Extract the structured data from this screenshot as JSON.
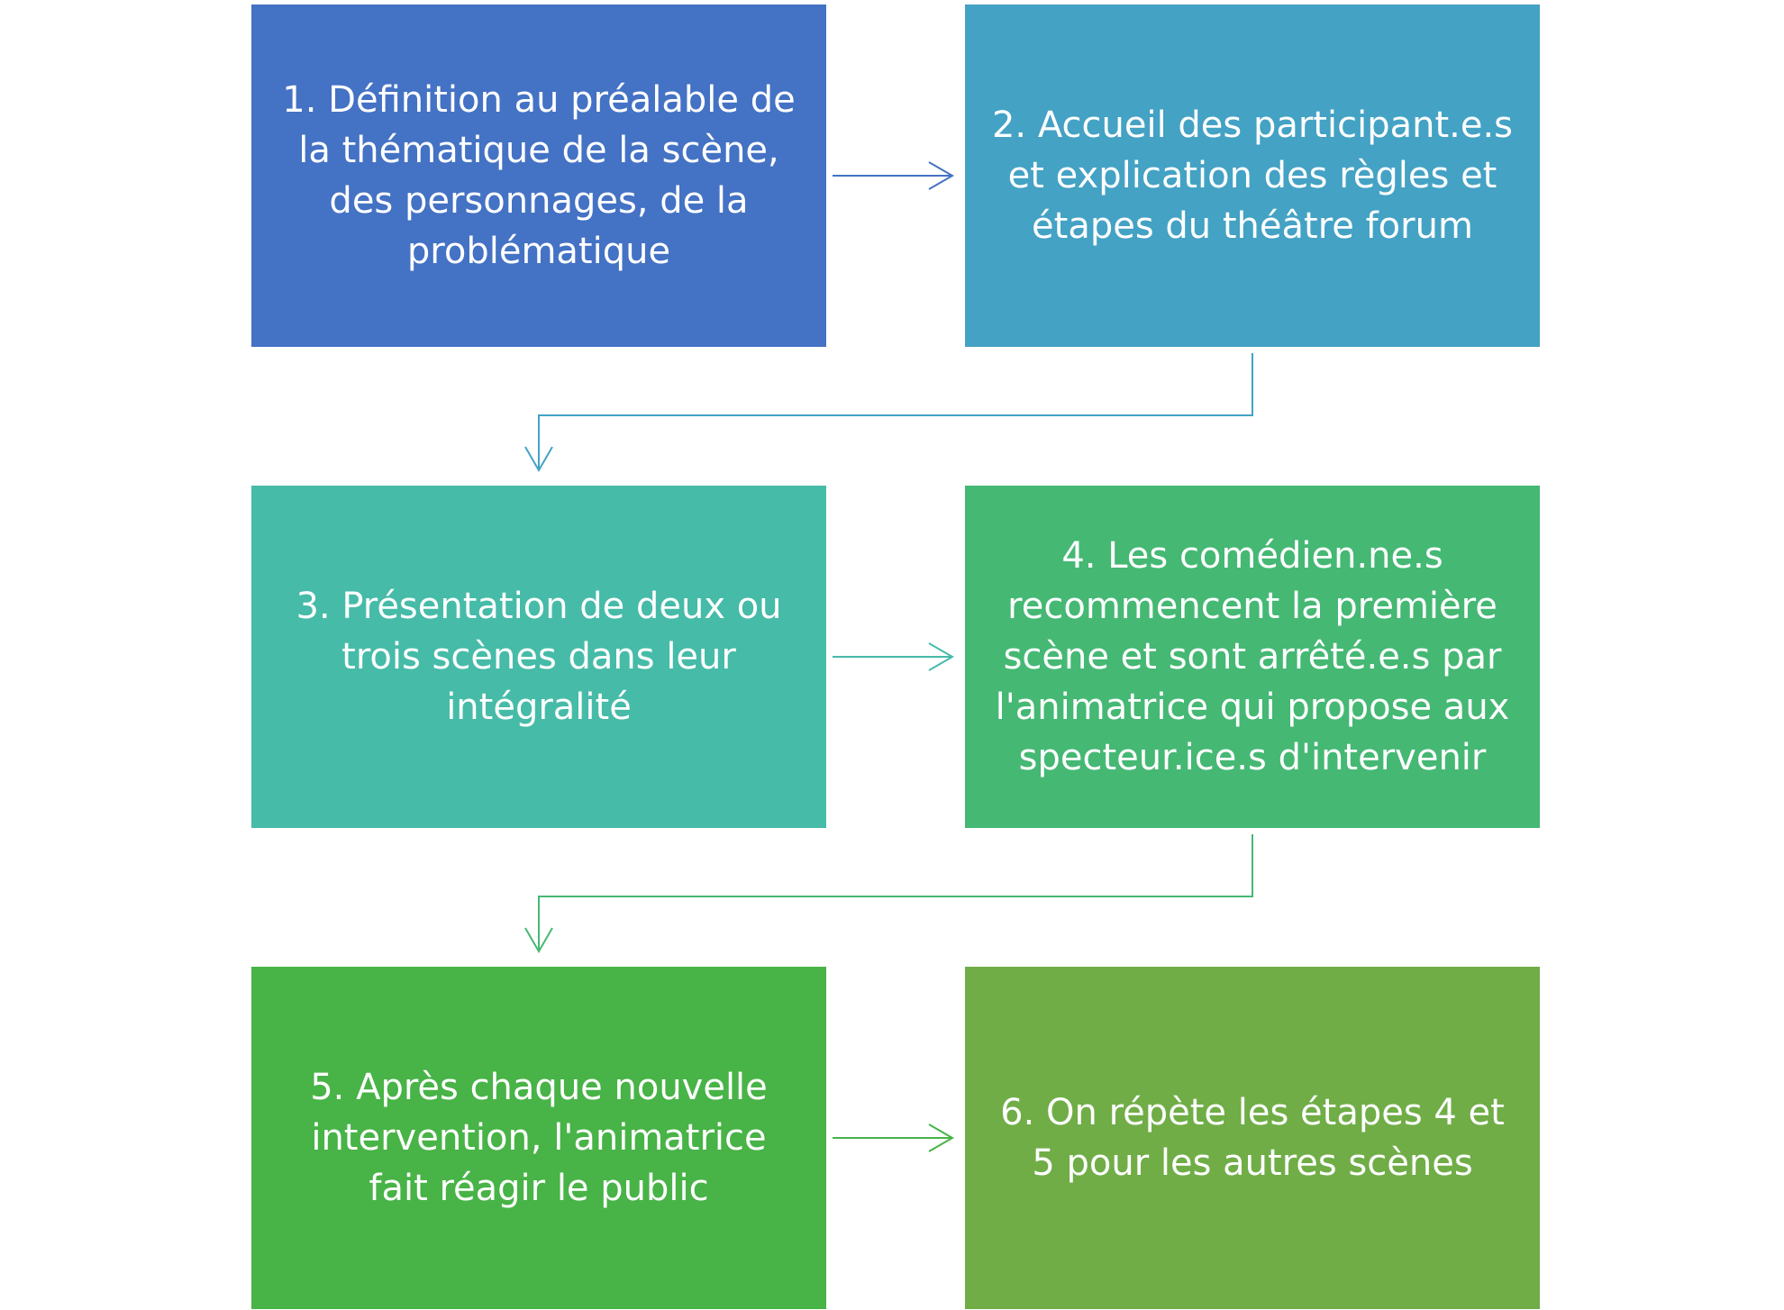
{
  "steps": [
    {
      "text": "1. Définition au préalable de\nla thématique de la scène,\ndes personnages, de la\nproblématique",
      "color": "#4472C4"
    },
    {
      "text": "2. Accueil des participant.e.s\net explication des règles et\nétapes du théâtre forum",
      "color": "#44A2C4"
    },
    {
      "text": "3. Présentation de deux ou\ntrois scènes dans leur\nintégralité",
      "color": "#46BBA8"
    },
    {
      "text": "4. Les comédien.ne.s\nrecommencent la première\nscène et sont arrêté.e.s par\nl'animatrice qui propose aux\nspecteur.ice.s d'intervenir",
      "color": "#45B874"
    },
    {
      "text": "5. Après chaque nouvelle\nintervention, l'animatrice\nfait réagir le public",
      "color": "#48B347"
    },
    {
      "text": "6. On répète les étapes  4 et\n5 pour les autres scènes",
      "color": "#70AD47"
    }
  ],
  "connector_colors": {
    "arrow_1_2": "#4472C4",
    "arrow_2_3": "#44A2C4",
    "arrow_3_4": "#46BBA8",
    "arrow_4_5": "#45B874",
    "arrow_5_6": "#48B347"
  }
}
